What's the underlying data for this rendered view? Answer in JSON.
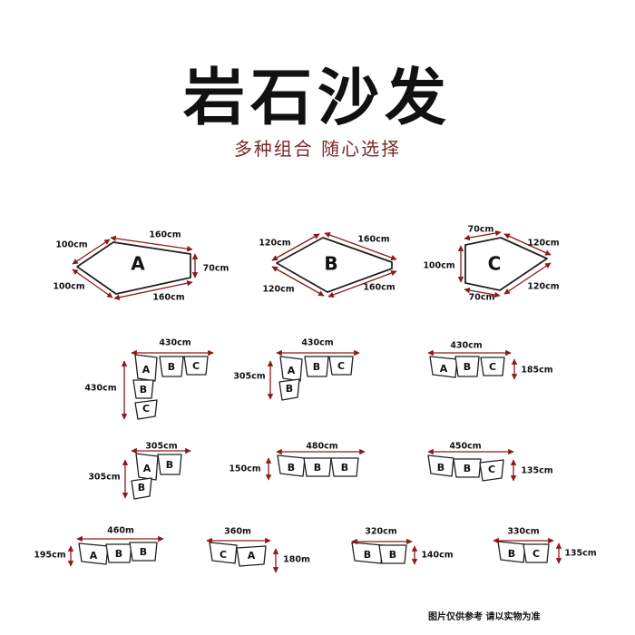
{
  "header": {
    "title": "岩石沙发",
    "subtitle": "多种组合 随心选择",
    "note": "图片仅供参考 请以实物为准"
  },
  "colors": {
    "dimension_arrow": "#8b1a1a",
    "outline": "#222222",
    "text": "#111111"
  },
  "modules": [
    {
      "name": "A",
      "dims": [
        "160cm",
        "100cm",
        "70cm",
        "100cm",
        "160cm"
      ]
    },
    {
      "name": "B",
      "dims": [
        "120cm",
        "160cm",
        "120cm",
        "160cm"
      ]
    },
    {
      "name": "C",
      "dims": [
        "70cm",
        "120cm",
        "100cm",
        "70cm",
        "120cm"
      ]
    }
  ],
  "combos": [
    {
      "pieces": [
        "A",
        "B",
        "C",
        "B",
        "C"
      ],
      "width": "430cm",
      "depth": "430cm"
    },
    {
      "pieces": [
        "A",
        "B",
        "C",
        "B"
      ],
      "width": "430cm",
      "depth": "305cm"
    },
    {
      "pieces": [
        "A",
        "B",
        "C"
      ],
      "width": "430cm",
      "depth": "185cm"
    },
    {
      "pieces": [
        "A",
        "B",
        "B"
      ],
      "width": "305cm",
      "depth": "305cm"
    },
    {
      "pieces": [
        "B",
        "B",
        "B"
      ],
      "width": "480cm",
      "depth": "150cm"
    },
    {
      "pieces": [
        "B",
        "B",
        "C"
      ],
      "width": "450cm",
      "depth": "135cm"
    },
    {
      "pieces": [
        "A",
        "B",
        "B"
      ],
      "width": "460m",
      "depth": "195cm"
    },
    {
      "pieces": [
        "C",
        "A"
      ],
      "width": "360m",
      "depth": "180m"
    },
    {
      "pieces": [
        "B",
        "B"
      ],
      "width": "320cm",
      "depth": "140cm"
    },
    {
      "pieces": [
        "B",
        "C"
      ],
      "width": "330cm",
      "depth": "135cm"
    }
  ]
}
